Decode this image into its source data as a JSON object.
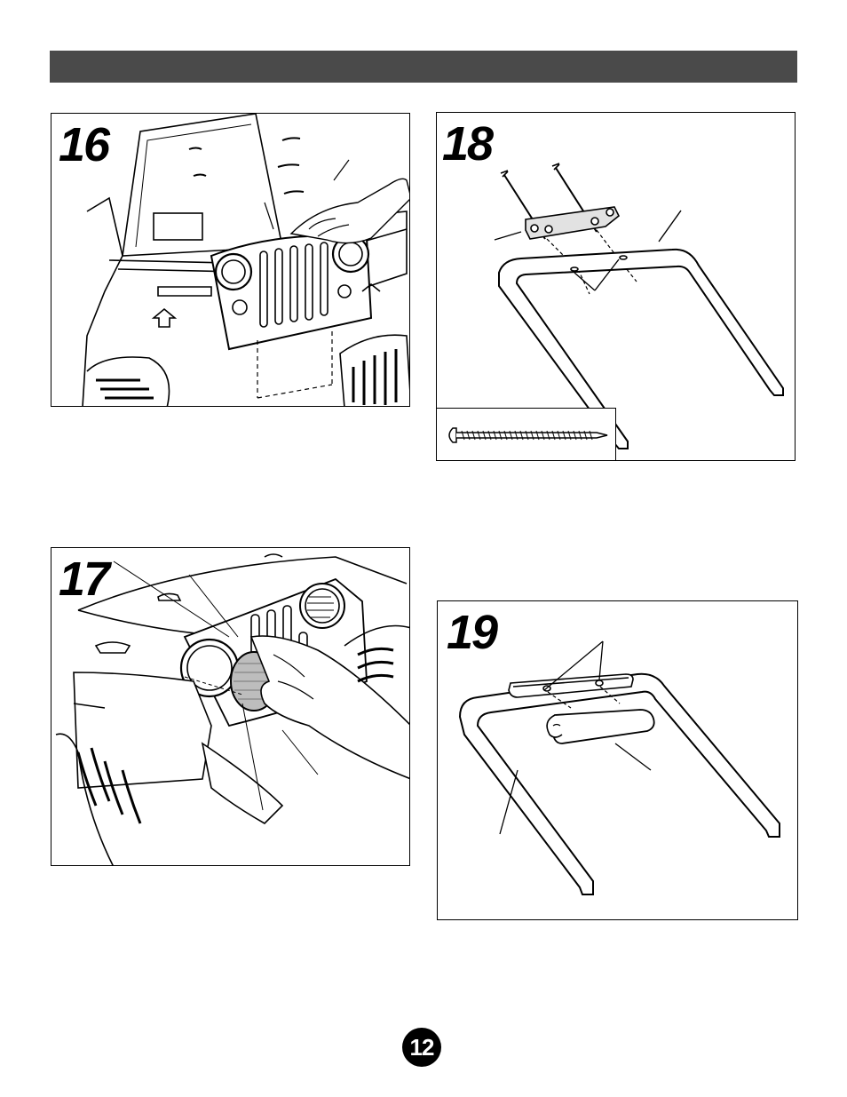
{
  "header": {
    "color": "#4a4a4a"
  },
  "steps": [
    {
      "number": "16",
      "illustration": "grille-attach-illustration"
    },
    {
      "number": "17",
      "illustration": "headlight-lens-illustration"
    },
    {
      "number": "18",
      "illustration": "bracket-screws-illustration"
    },
    {
      "number": "19",
      "illustration": "handlebar-pad-illustration"
    }
  ],
  "page_number": "12"
}
